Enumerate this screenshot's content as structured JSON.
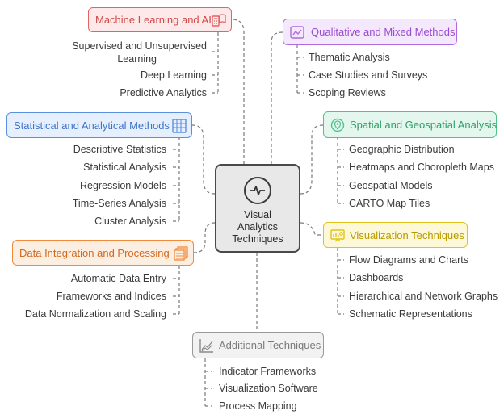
{
  "center": {
    "line1": "Visual",
    "line2": "Analytics",
    "line3": "Techniques"
  },
  "branches": {
    "ml": {
      "title": "Machine Learning and AI",
      "items": [
        "Supervised and Unsupervised",
        "Learning",
        "Deep Learning",
        "Predictive Analytics"
      ],
      "color": "#e06464"
    },
    "qual": {
      "title": "Qualitative and Mixed Methods",
      "items": [
        "Thematic Analysis",
        "Case Studies and Surveys",
        "Scoping Reviews"
      ],
      "color": "#b06ae0"
    },
    "stat": {
      "title": "Statistical and Analytical Methods",
      "items": [
        "Descriptive Statistics",
        "Statistical Analysis",
        "Regression Models",
        "Time-Series Analysis",
        "Cluster Analysis"
      ],
      "color": "#5b8fe0"
    },
    "spatial": {
      "title": "Spatial and Geospatial Analysis",
      "items": [
        "Geographic Distribution",
        "Heatmaps and Choropleth Maps",
        "Geospatial Models",
        "CARTO Map Tiles"
      ],
      "color": "#4cc48a"
    },
    "data": {
      "title": "Data Integration and Processing",
      "items": [
        "Automatic Data Entry",
        "Frameworks and Indices",
        "Data Normalization and Scaling"
      ],
      "color": "#f08a3c"
    },
    "viz": {
      "title": "Visualization Techniques",
      "items": [
        "Flow Diagrams and Charts",
        "Dashboards",
        "Hierarchical and Network Graphs",
        "Schematic Representations"
      ],
      "color": "#e3c21c"
    },
    "add": {
      "title": "Additional Techniques",
      "items": [
        "Indicator Frameworks",
        "Visualization Software",
        "Process Mapping"
      ],
      "color": "#9a9a9a"
    }
  },
  "icons": {
    "center": "line-chart-icon",
    "ml": "calculator-book-icon",
    "qual": "line-chart-icon",
    "stat": "grid-table-icon",
    "spatial": "map-pin-icon",
    "data": "stacked-layers-icon",
    "viz": "presentation-board-icon",
    "add": "area-chart-icon"
  }
}
